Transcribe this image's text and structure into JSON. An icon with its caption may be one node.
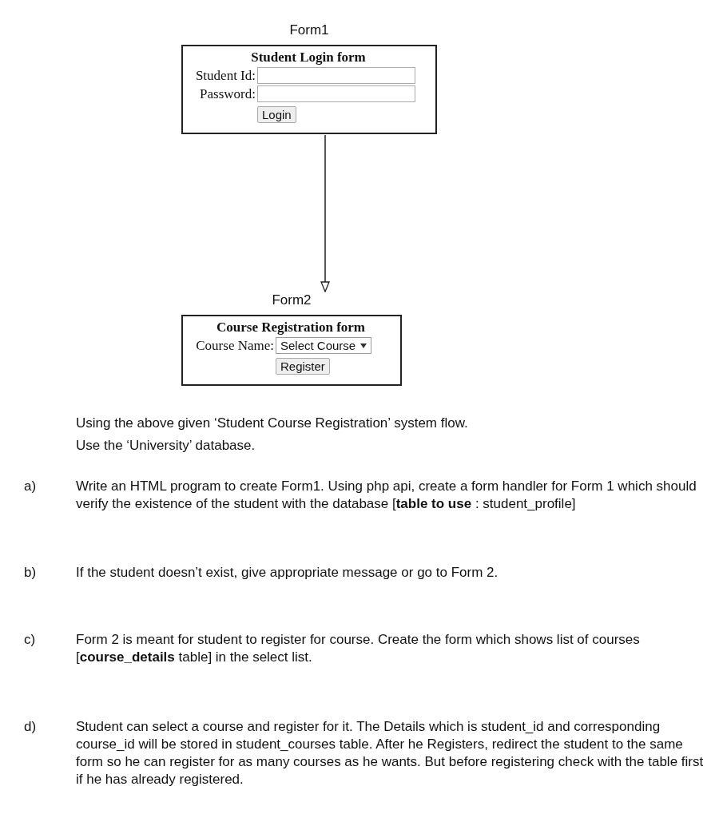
{
  "diagram": {
    "nodes": [
      {
        "text": [
          "Form1",
          "Student Login form",
          "Student Id:",
          "Password:",
          "Login"
        ]
      },
      {
        "text": [
          "Form2",
          "Course Registration form",
          "Course Name:",
          "Select Course",
          "Register"
        ]
      }
    ],
    "edges": [
      {
        "from": 0,
        "to": 1,
        "arrow": "to"
      }
    ],
    "labels": [
      "Using the above given ‘Student Course Registration’ system flow.",
      "Use the ‘University’ database.",
      "a)",
      "Write an HTML program to create Form1. Using php api, create a form handler for Form 1 which should verify the existence of the student with the database [**table to use** : student_profile]",
      "b)",
      "If the student doesn’t exist, give appropriate message or go to Form 2.",
      "c)",
      "Form 2 is meant for student to register for course. Create the form which shows list of courses [**course_details** table] in the select list.",
      "d)",
      "Student can select a course and register for it. The Details which is student_id and corresponding course_id will be stored in student_courses table. After he Registers, redirect the student to the same form so he can register for as many courses as he wants. But before registering check with the table first if he has already registered."
    ]
  }
}
